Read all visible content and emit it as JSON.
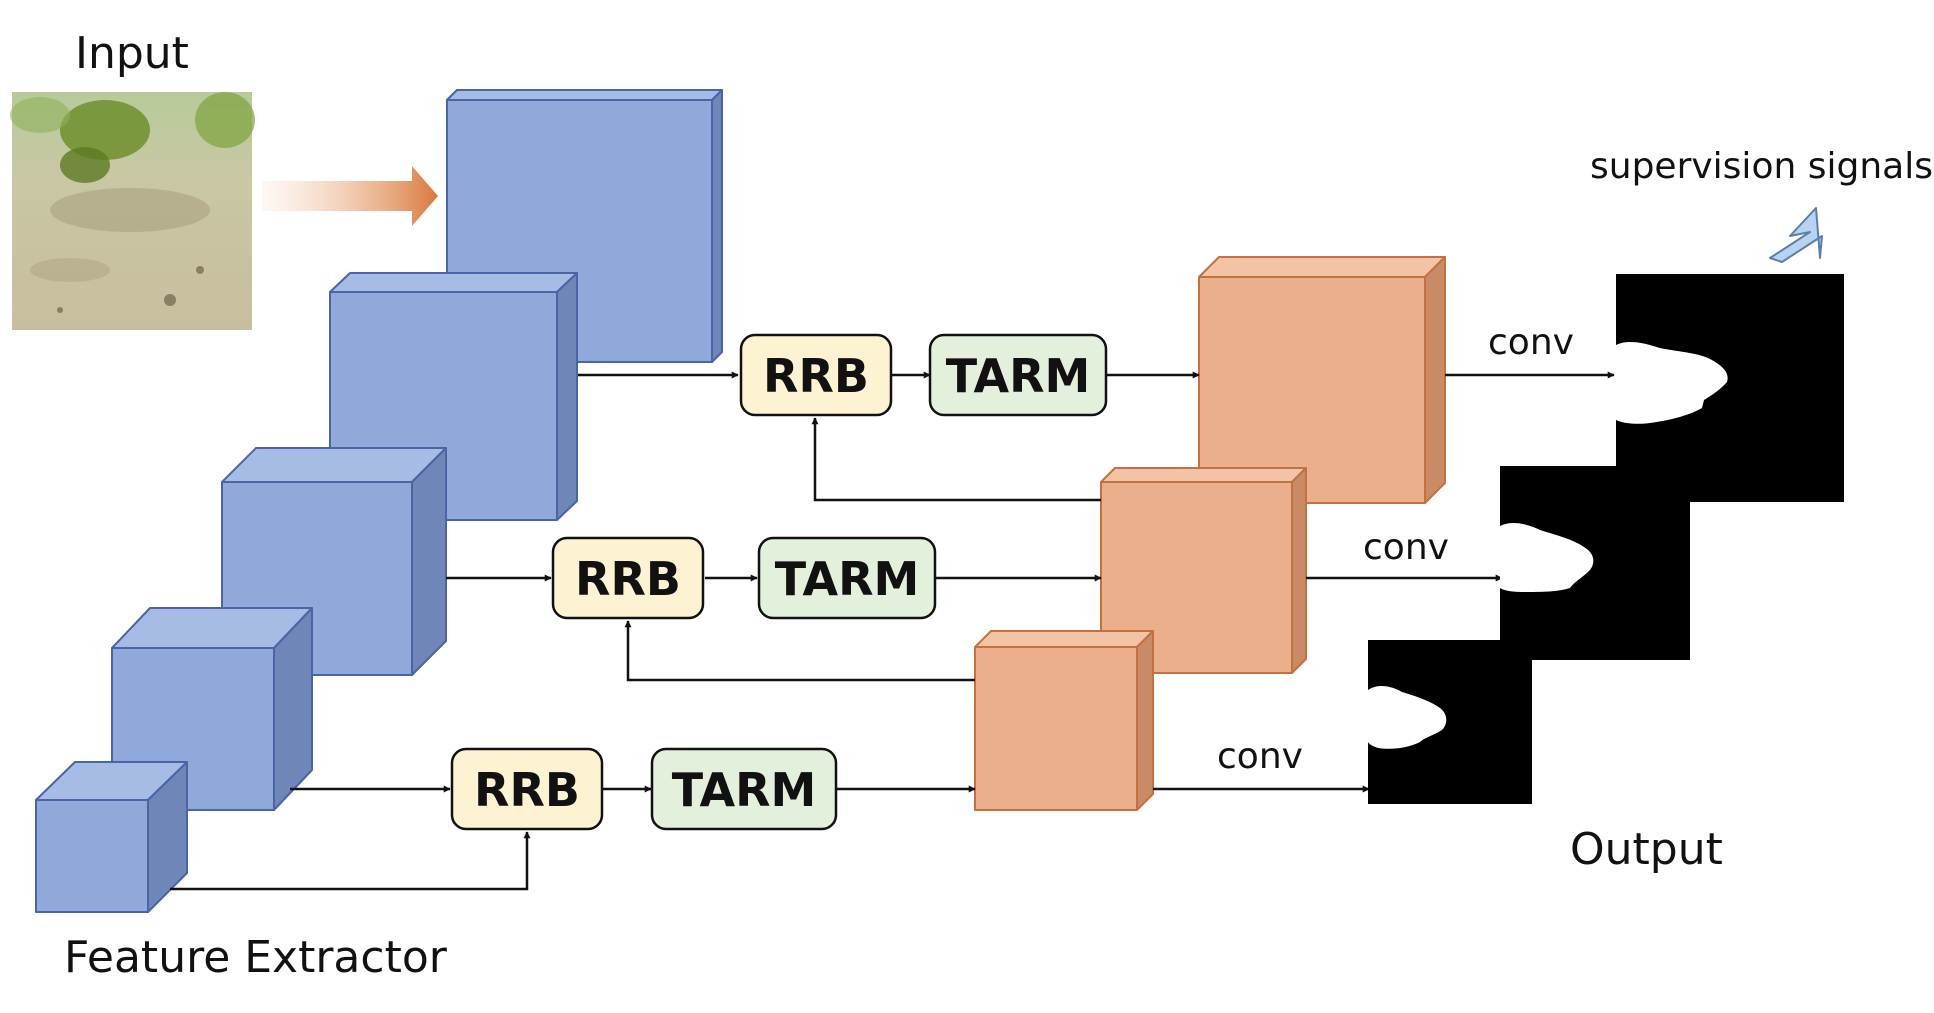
{
  "input_label": "Input",
  "output_label": "Output",
  "feature_extractor_label": "Feature Extractor",
  "supervision_label": "supervision signals",
  "conv_label": "conv",
  "rrb_label": "RRB",
  "tarm_label": "TARM",
  "colors": {
    "blue_front": "#8FA9DA",
    "blue_top": "#A7BCE4",
    "blue_side": "#6F86B8",
    "blue_edge": "#4A64A6",
    "orange_front": "#EBAF8B",
    "orange_top": "#F2C3A4",
    "orange_side": "#C98A66",
    "orange_edge": "#C4703F",
    "rrb_fill": "#FDF3D2",
    "tarm_fill": "#E2F0DC",
    "arrow_gradient_end": "#D9783A",
    "supervision_arrow": "#B7D3F1"
  },
  "icons": {
    "input_image": "underwater-photo",
    "output_masks": "binary-segmentation-mask",
    "supervision_arrow": "down-left-arrow-icon"
  }
}
